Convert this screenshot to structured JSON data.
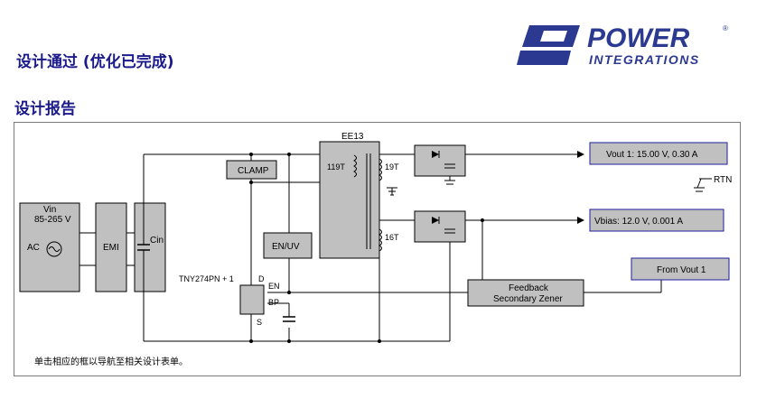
{
  "header": {
    "title": "设计通过 (优化已完成)",
    "logo_top": "POWER",
    "logo_bottom": "INTEGRATIONS",
    "logo_mark": "®"
  },
  "section": {
    "title": "设计报告"
  },
  "diagram": {
    "transformer": {
      "label": "EE13",
      "primary_turns": "119T",
      "sec1_turns": "19T",
      "sec2_turns": "16T"
    },
    "vin": {
      "label": "Vin",
      "range": "85-265 V",
      "ac": "AC"
    },
    "emi": "EMI",
    "cin": "Cin",
    "clamp": "CLAMP",
    "enuv": "EN/UV",
    "controller": {
      "part": "TNY274PN + 1",
      "pin_d": "D",
      "pin_en": "EN",
      "pin_bp": "BP",
      "pin_s": "S"
    },
    "output1": "Vout 1:  15.00 V,  0.30 A",
    "output2": "Vbias: 12.0 V,  0.001 A",
    "rtn": "RTN",
    "from_vout": "From Vout 1",
    "feedback": {
      "line1": "Feedback",
      "line2": "Secondary Zener"
    },
    "note": "单击相应的框以导航至相关设计表单。"
  },
  "colors": {
    "title": "#1a1a8a",
    "logo": "#2b3990",
    "box_fill": "#c0c0c0",
    "output_border": "#1e1e9e",
    "wire": "#000000"
  }
}
